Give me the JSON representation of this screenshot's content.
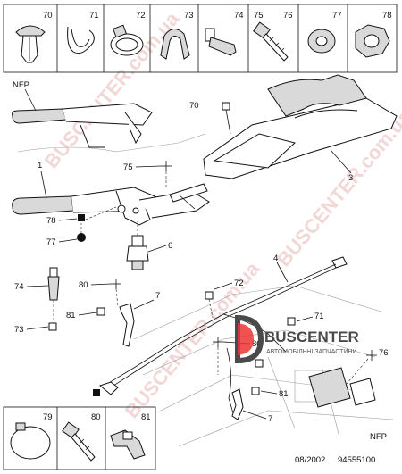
{
  "fasteners_top": [
    "70",
    "71",
    "72",
    "73",
    "74",
    "75",
    "76",
    "77",
    "78"
  ],
  "fasteners_bottom": [
    "79",
    "80",
    "81"
  ],
  "callouts": {
    "nfp_top": "NFP",
    "nfp_bottom": "NFP",
    "c1": "1",
    "c3": "3",
    "c4": "4",
    "c6": "6",
    "c7a": "7",
    "c7b": "7",
    "c70": "70",
    "c71": "71",
    "c72": "72",
    "c73": "73",
    "c74": "74",
    "c75": "75",
    "c76": "76",
    "c77": "77",
    "c78": "78",
    "c80a": "80",
    "c80b": "80",
    "c81a": "81",
    "c81b": "81"
  },
  "watermark": {
    "text1": "BUSCENTER.com.ua",
    "text2": "BUSCENTER.com.ua",
    "text3": "BUSCENTER.com.ua"
  },
  "logo": {
    "name": "BUSCENTER",
    "tagline": "АВТОМОБІЛЬНІ ЗАПЧАСТИНИ"
  },
  "footer": {
    "date": "08/2002",
    "ref": "94555100"
  },
  "colors": {
    "ink": "#111111",
    "watermark": "#e9b8b8",
    "logo": "#4a4a4a"
  }
}
